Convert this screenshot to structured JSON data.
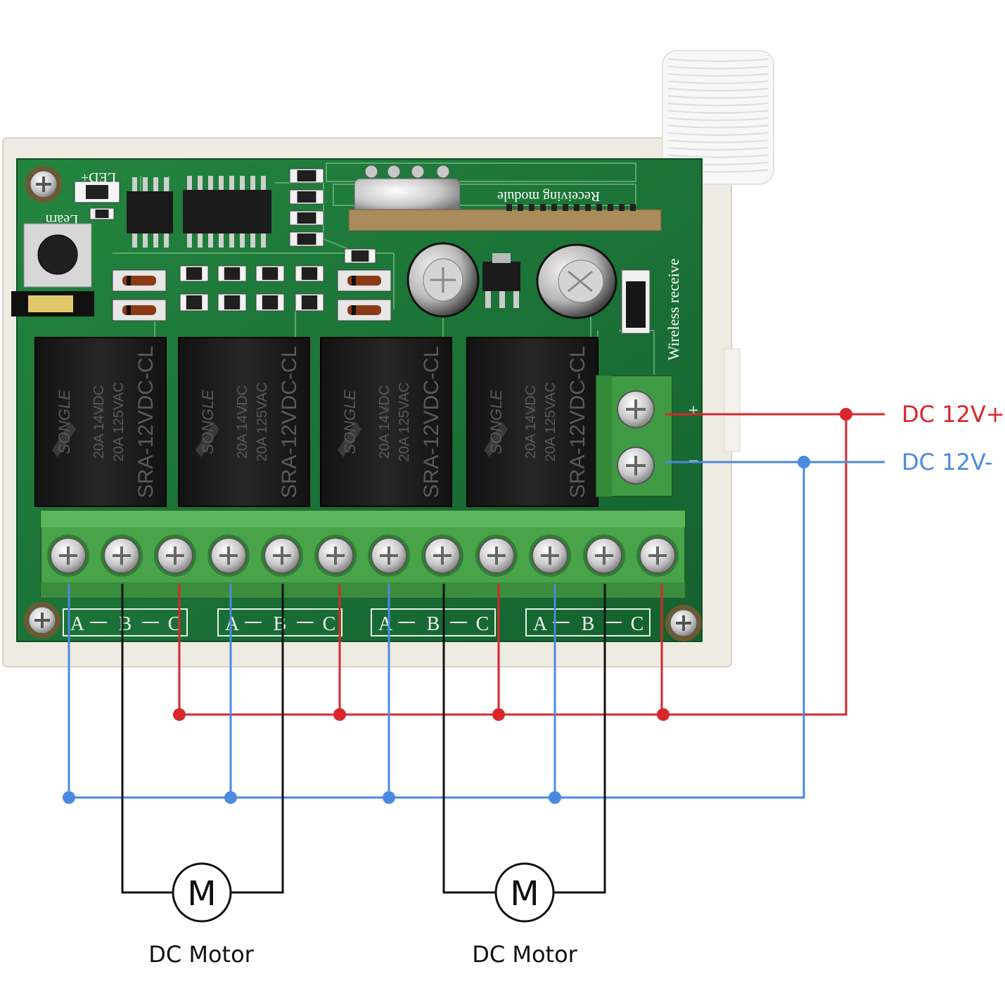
{
  "board": {
    "silkscreen": {
      "led": "LED+",
      "learn": "Learn",
      "receiving_module": "Receiving module",
      "wireless_receive": "Wireless receive"
    },
    "relays": [
      {
        "brand": "SONGLE",
        "model": "SRA-12VDC-CL",
        "rating_dc": "20A 14VDC",
        "rating_ac": "20A 125VAC"
      },
      {
        "brand": "SONGLE",
        "model": "SRA-12VDC-CL",
        "rating_dc": "20A 14VDC",
        "rating_ac": "20A 125VAC"
      },
      {
        "brand": "SONGLE",
        "model": "SRA-12VDC-CL",
        "rating_dc": "20A 14VDC",
        "rating_ac": "20A 125VAC"
      },
      {
        "brand": "SONGLE",
        "model": "SRA-12VDC-CL",
        "rating_dc": "20A 14VDC",
        "rating_ac": "20A 125VAC"
      }
    ],
    "terminal_groups": [
      {
        "a": "A",
        "b": "B",
        "c": "C"
      },
      {
        "a": "A",
        "b": "B",
        "c": "C"
      },
      {
        "a": "A",
        "b": "B",
        "c": "C"
      },
      {
        "a": "A",
        "b": "B",
        "c": "C"
      }
    ],
    "power_terminal": {
      "plus": "+",
      "minus": "−"
    }
  },
  "power": {
    "positive_label": "DC 12V+",
    "negative_label": "DC 12V-",
    "positive_color": "#d9262c",
    "negative_color": "#4a8ae0"
  },
  "motors": [
    {
      "symbol": "M",
      "label": "DC Motor"
    },
    {
      "symbol": "M",
      "label": "DC Motor"
    }
  ],
  "colors": {
    "pcb_green": "#1f7a3f",
    "case": "#f1eee6",
    "terminal_green": "#4aa548",
    "relay_body": "#1c1c1c"
  }
}
